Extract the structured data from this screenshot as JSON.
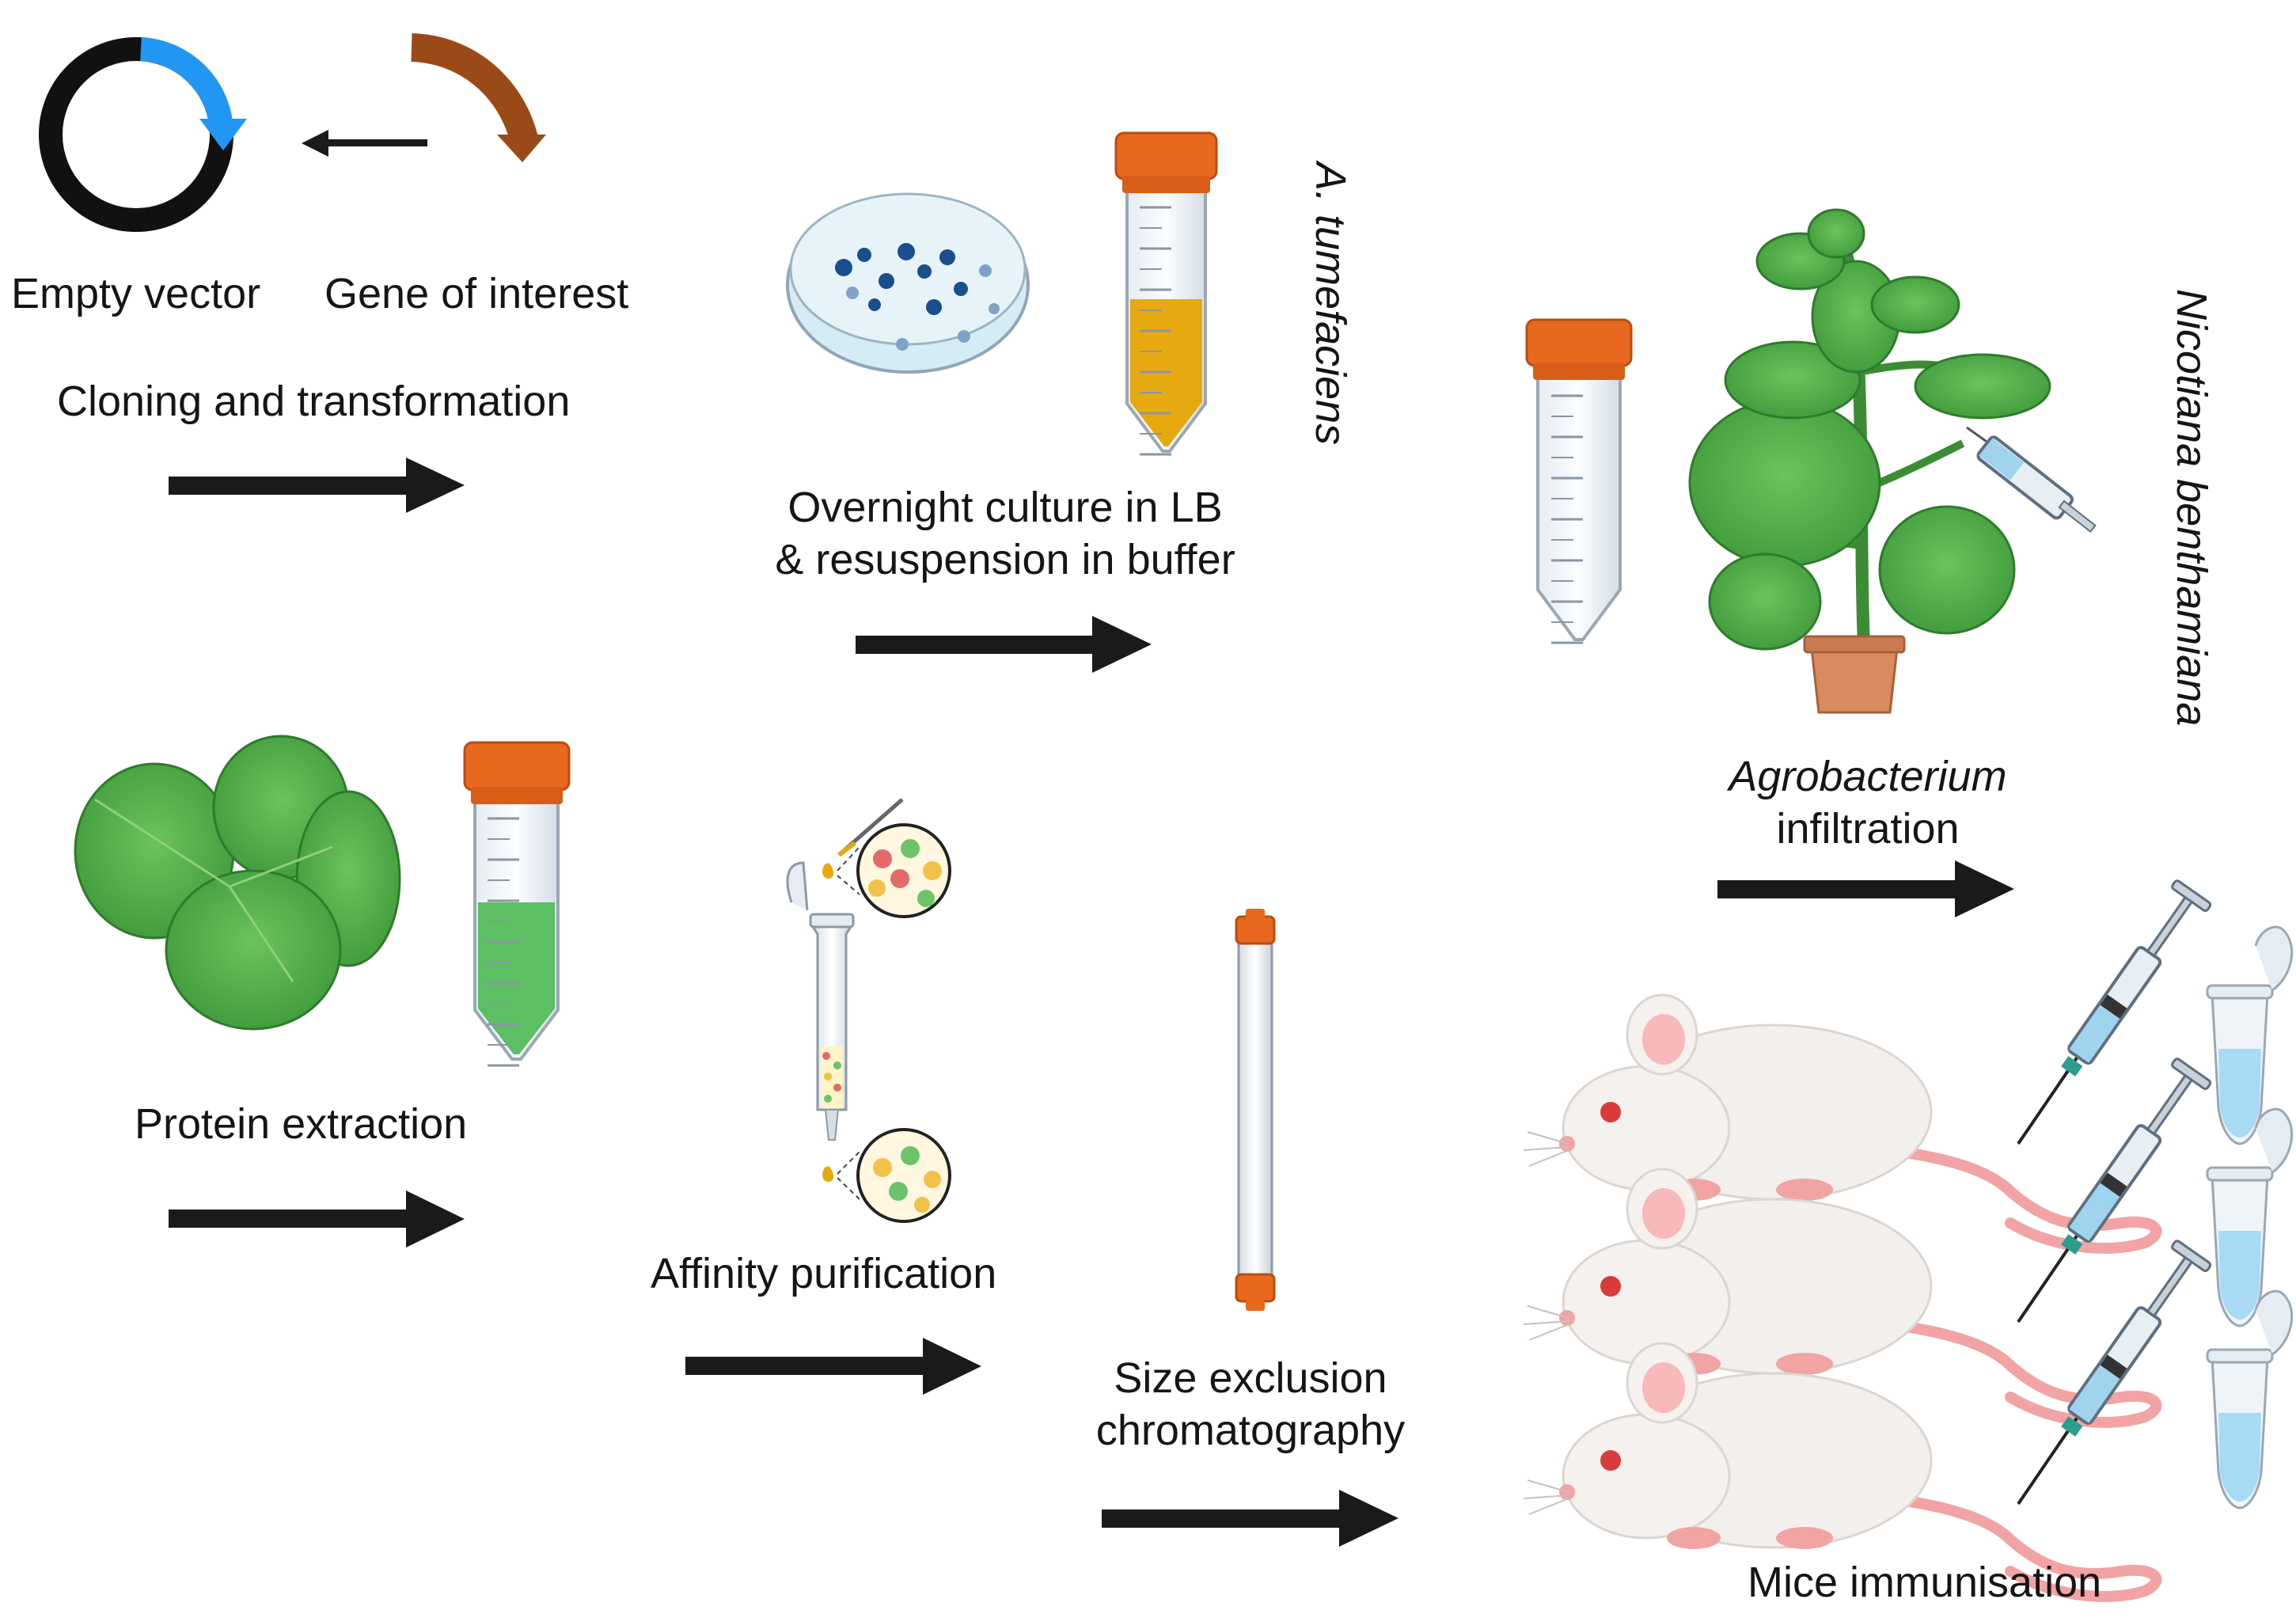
{
  "labels": {
    "empty_vector": "Empty vector",
    "gene_of_interest": "Gene of interest",
    "cloning": "Cloning and transformation",
    "overnight_line1": "Overnight culture in LB",
    "overnight_line2": "& resuspension in buffer",
    "a_tumefaciens": "A. tumefaciens",
    "nicotiana": "Nicotiana benthamiana",
    "agro_line1": "Agrobacterium",
    "agro_line2": "infiltration",
    "protein_extraction": "Protein extraction",
    "affinity": "Affinity purification",
    "sec_line1": "Size exclusion",
    "sec_line2": "chromatography",
    "mice": "Mice immunisation"
  },
  "colors": {
    "arrow": "#1a1a1a",
    "vector_ring": "#111111",
    "vector_insert": "#2196f3",
    "gene": "#9a4a17",
    "cap_orange": "#e8681e",
    "culture_yellow": "#e6a90f",
    "extract_green": "#5cbf63",
    "leaf_green": "#56b04a",
    "pot": "#d98b5f",
    "mouse_body": "#f3efec",
    "mouse_tail": "#f2a3a3",
    "liquid_blue": "#a9daf5"
  }
}
